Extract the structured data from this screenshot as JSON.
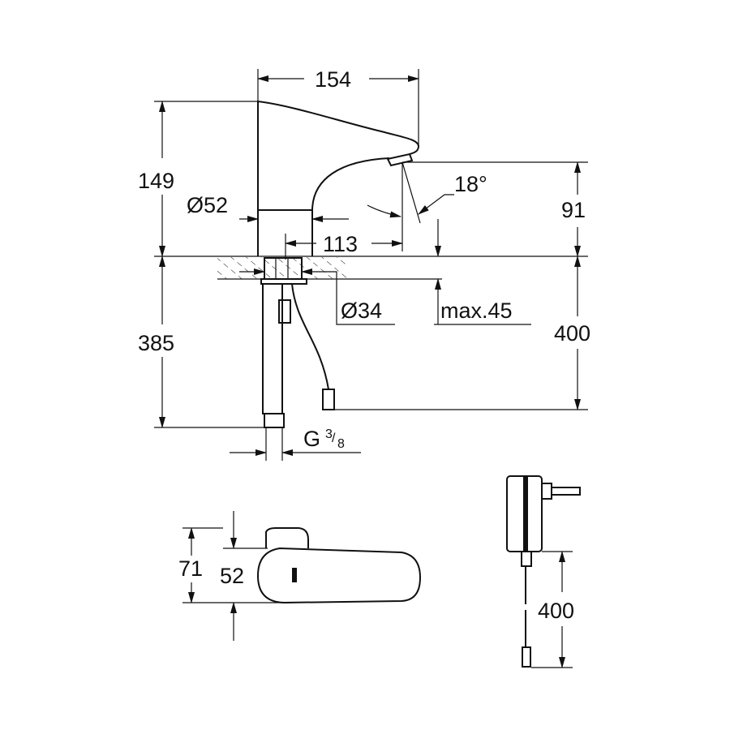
{
  "dims": {
    "top_width": "154",
    "height_total": "149",
    "base_diameter": "Ø52",
    "spout_reach": "113",
    "spray_angle": "18°",
    "spout_height": "91",
    "hole_diameter": "Ø34",
    "max_thickness": "max.45",
    "cable_length": "400",
    "hose_length": "385",
    "thread_g": "G",
    "thread_num": "3",
    "thread_den": "8",
    "top_view_depth": "71",
    "top_view_width": "52",
    "adapter_cable_length": "400"
  }
}
